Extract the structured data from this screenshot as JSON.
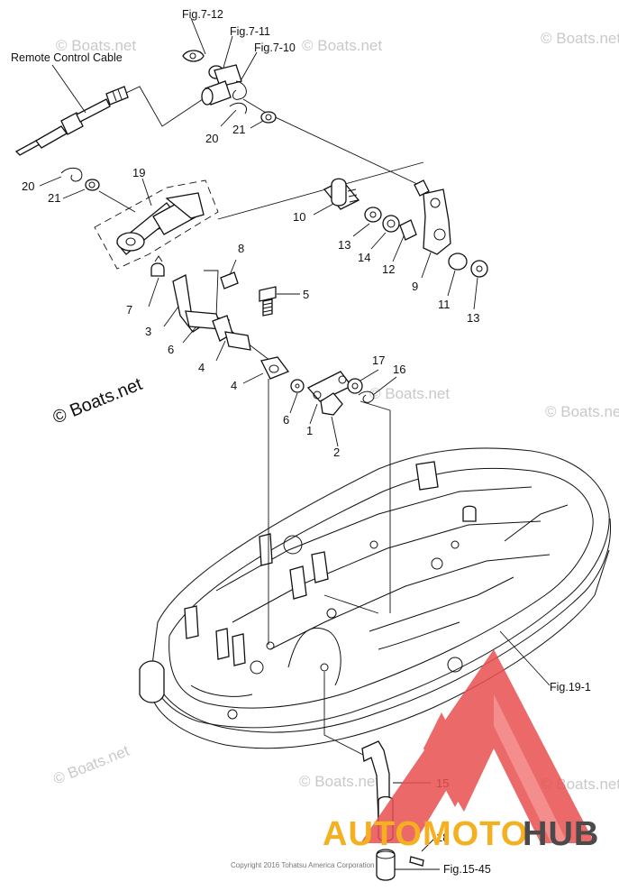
{
  "diagram": {
    "cable_label": "Remote Control Cable",
    "figure_refs": {
      "fig_7_12": "Fig.7-12",
      "fig_7_11": "Fig.7-11",
      "fig_7_10": "Fig.7-10",
      "fig_19_1": "Fig.19-1",
      "fig_15_45": "Fig.15-45"
    },
    "part_numbers": {
      "p20a": "20",
      "p21a": "21",
      "p20b": "20",
      "p21b": "21",
      "p19": "19",
      "p10": "10",
      "p13a": "13",
      "p14": "14",
      "p12": "12",
      "p9": "9",
      "p11": "11",
      "p13b": "13",
      "p8": "8",
      "p5": "5",
      "p7": "7",
      "p3": "3",
      "p6a": "6",
      "p4a": "4",
      "p4b": "4",
      "p6b": "6",
      "p1": "1",
      "p2": "2",
      "p17": "17",
      "p16": "16",
      "p15": "15",
      "p18": "18"
    }
  },
  "watermark": {
    "text": "© Boats.net"
  },
  "branding": {
    "logo_part1": "AUTOMOTO",
    "logo_part2": "HUB",
    "logo_accent_color": "#f4b021",
    "logo_triangle_color": "#e8504f"
  },
  "copyright": "Copyright 2016 Tohatsu America Corporation"
}
